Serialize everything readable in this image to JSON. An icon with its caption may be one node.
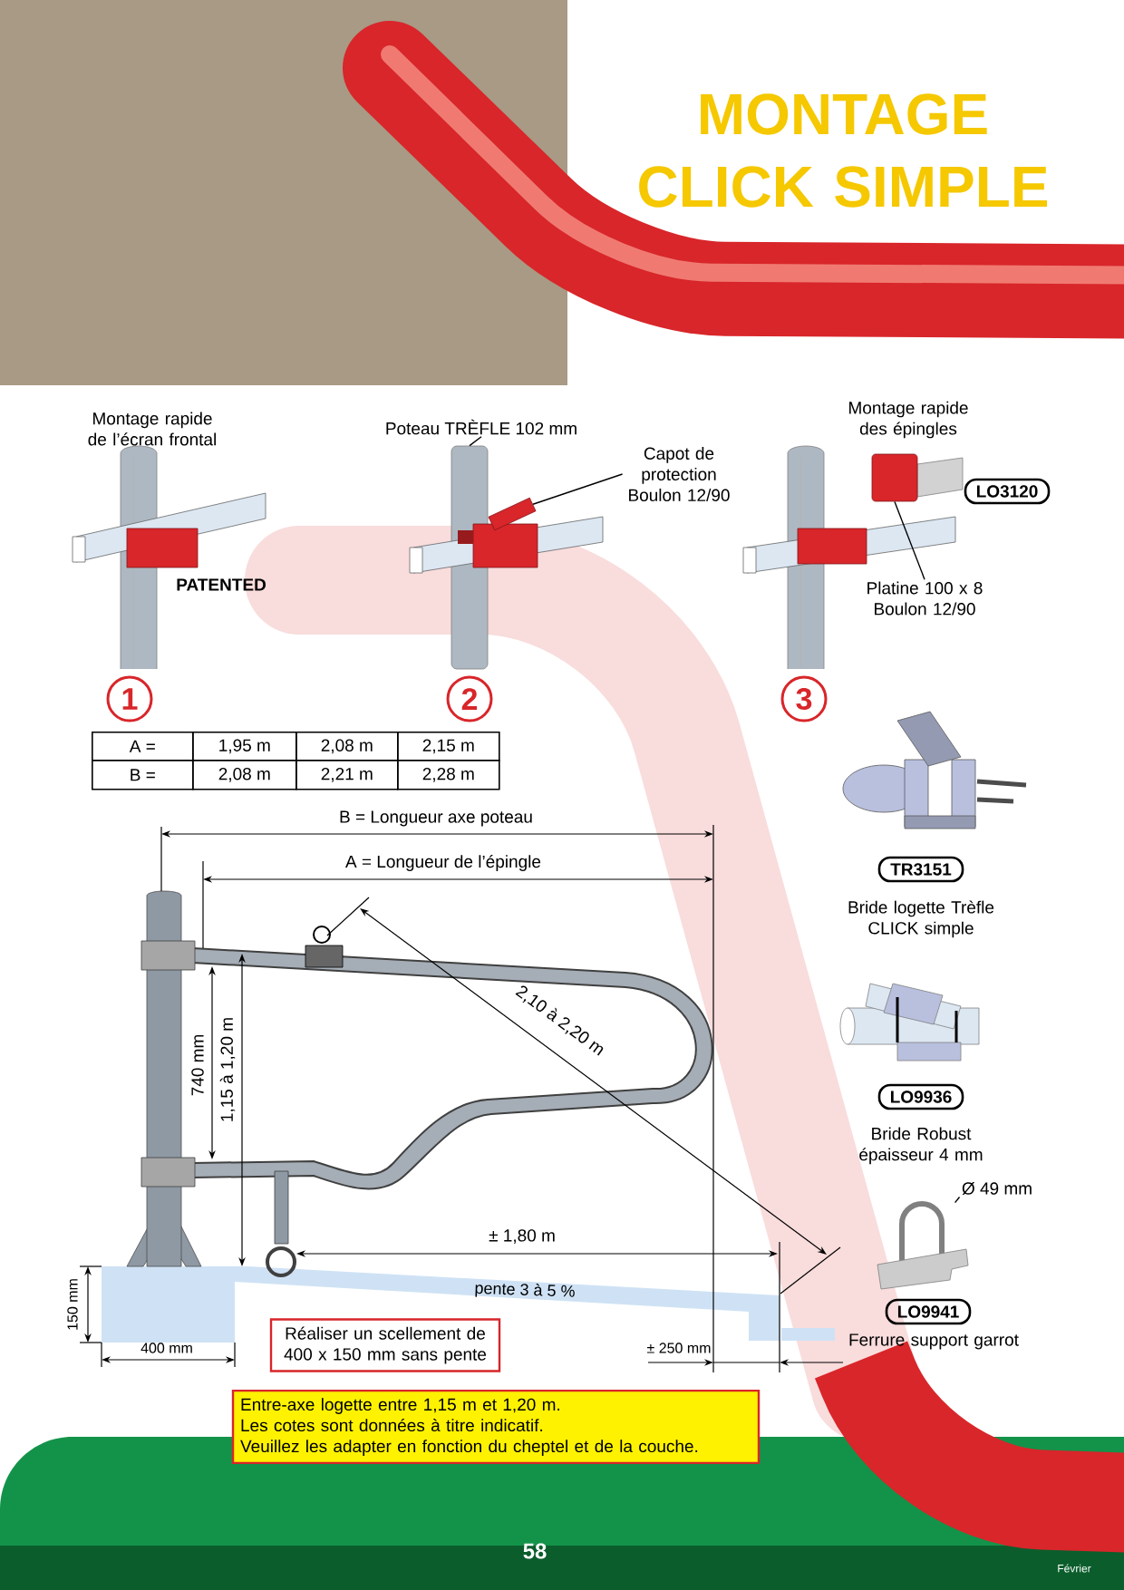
{
  "diagram": {
    "title": "MONTAGE CLICK SIMPLE",
    "nodes": [
      {
        "text": [
          "Poteau TRÈFLE 102 mm"
        ]
      },
      {
        "text": [],
        "shape": "box"
      },
      {
        "text": [
          "Capot de protection",
          "Boulon 12/90"
        ]
      },
      {
        "text": [],
        "shape": "box"
      },
      {
        "text": [
          "Platine 100 x 8",
          "Boulon 12/90"
        ]
      },
      {
        "text": [],
        "shape": "box"
      },
      {
        "text": [
          "LO3120"
        ]
      },
      {
        "text": [
          "TR3151"
        ],
        "beside": [
          "Bride logette Trèfle CLICK simple"
        ]
      },
      {
        "text": [
          "LO9936"
        ],
        "beside": [
          "Bride Robust épaisseur 4 mm"
        ]
      },
      {
        "text": [
          "Ø 49 mm"
        ]
      },
      {
        "text": [],
        "shape": "picture"
      },
      {
        "text": [
          "LO9941"
        ],
        "beside": [
          "Ferrure support garrot"
        ]
      },
      {
        "text": [
          "1"
        ]
      },
      {
        "text": [
          "2"
        ]
      },
      {
        "text": [
          "3"
        ]
      },
      {
        "text": [
          "Réaliser un scellement de 400 x 150 mm sans pente"
        ]
      },
      {
        "text": [
          "Entre-axe logette entre 1,15 m et 1,20 m.",
          "Les cotes sont données à titre indicatif.",
          "Veuillez les adapter en fonction du cheptel et de la couche."
        ]
      }
    ],
    "edges": [
      {
        "from": 0,
        "to": 1,
        "arrow": "none"
      },
      {
        "from": 2,
        "to": 3,
        "arrow": "none"
      },
      {
        "from": 4,
        "to": 5,
        "arrow": "none"
      },
      {
        "from": 9,
        "to": 10,
        "arrow": "none"
      }
    ],
    "labels": [
      "Montage rapide de l’écran frontal",
      "Montage rapide des épingles",
      "PATENTED",
      "A =",
      "1,95 m",
      "2,08 m",
      "2,15 m",
      "B =",
      "2,08 m",
      "2,21 m",
      "2,28 m",
      "B = Longueur axe poteau",
      "A = Longueur de l’épingle",
      "2,10 à 2,20 m",
      "740 mm",
      "1,15 à 1,20 m",
      "± 1,80 m",
      "pente 3 à 5 %",
      "150 mm",
      "400 mm",
      "± 250 mm",
      "58",
      "Février"
    ]
  }
}
